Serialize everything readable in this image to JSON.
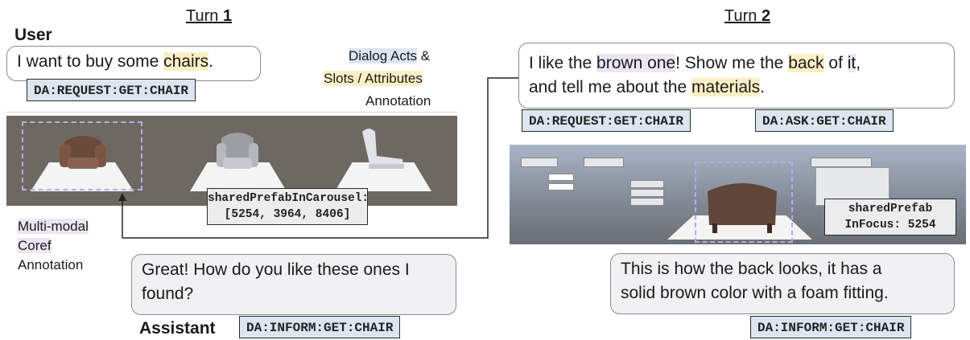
{
  "turn1": {
    "label": "Turn ",
    "num": "1"
  },
  "turn2": {
    "label": "Turn ",
    "num": "2"
  },
  "speakers": {
    "user": "User",
    "assistant": "Assistant"
  },
  "legend": {
    "dialog_acts": "Dialog Acts",
    "amp": "&",
    "slots": "Slots / Attributes",
    "annotation": "Annotation"
  },
  "coref_legend": {
    "line1": "Multi-modal",
    "line2": "Coref",
    "line3": "Annotation"
  },
  "turn1_user": {
    "pre": "I want to buy some ",
    "slot": "chairs",
    "post": ".",
    "da": "DA:REQUEST:GET:CHAIR"
  },
  "turn1_assistant": {
    "text": "Great! How do you like these ones I found?",
    "da": "DA:INFORM:GET:CHAIR"
  },
  "carousel": {
    "prefab_line1": "sharedPrefabInCarousel:",
    "prefab_line2": "[5254, 3964, 8406]"
  },
  "turn2_user": {
    "t1": "I like the ",
    "coref1": "brown one",
    "t2": "! Show me the ",
    "slot1": "back",
    "t3": " of ",
    "coref2": "it",
    "t4": ",",
    "t5": "and tell me about the ",
    "slot2": "materials",
    "t6": ".",
    "da1": "DA:REQUEST:GET:CHAIR",
    "da2": "DA:ASK:GET:CHAIR"
  },
  "focus": {
    "prefab_line1": "sharedPrefab",
    "prefab_line2": "InFocus: 5254"
  },
  "turn2_assistant": {
    "line1": "This is how the back looks, it has a",
    "line2": "solid brown color with a foam fitting.",
    "da": "DA:INFORM:GET:CHAIR"
  },
  "colors": {
    "slot_highlight": "#fcefc6",
    "coref_highlight": "#ece6f3",
    "dialog_act_fill": "#dde5f1",
    "dashed_box": "#b9a8e6"
  }
}
